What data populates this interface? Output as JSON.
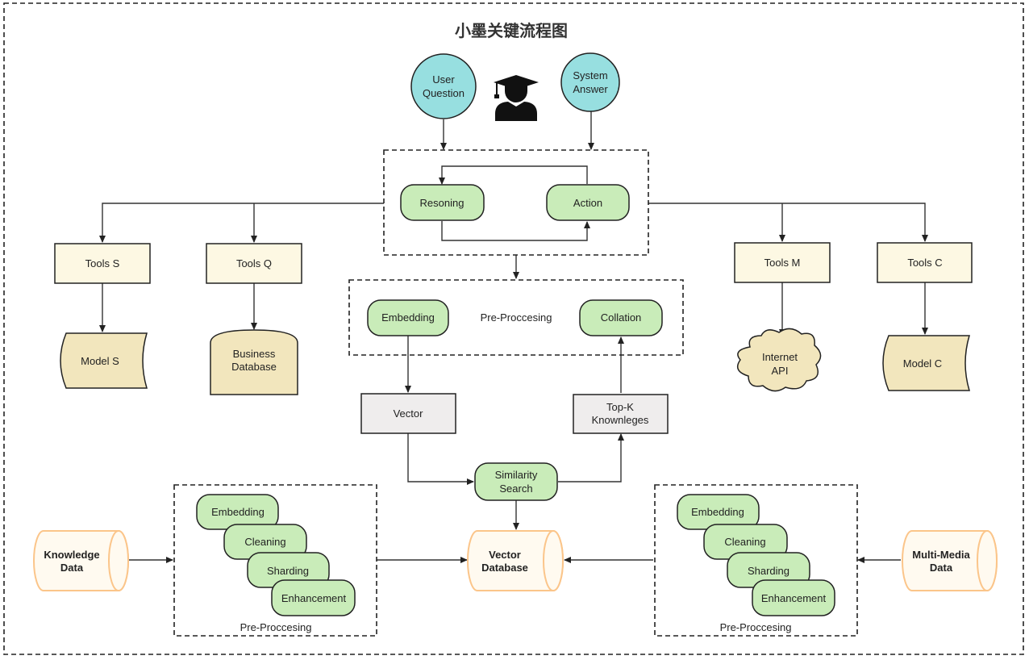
{
  "title": "小墨关键流程图",
  "user_question": [
    "User",
    "Question"
  ],
  "system_answer": [
    "System",
    "Answer"
  ],
  "reasoning": "Resoning",
  "action": "Action",
  "tools_s": "Tools S",
  "tools_q": "Tools Q",
  "tools_m": "Tools M",
  "tools_c": "Tools C",
  "model_s": "Model S",
  "model_c": "Model C",
  "business_db": [
    "Business",
    "Database"
  ],
  "internet_api": [
    "Internet",
    "API"
  ],
  "preprocessing_top": {
    "label": "Pre-Proccesing",
    "embedding": "Embedding",
    "collation": "Collation"
  },
  "vector": "Vector",
  "topk": [
    "Top-K",
    "Knownleges"
  ],
  "similarity": [
    "Similarity",
    "Search"
  ],
  "vector_db": [
    "Vector",
    "Database"
  ],
  "knowledge_data": [
    "Knowledge",
    "Data"
  ],
  "multimedia_data": [
    "Multi-Media",
    "Data"
  ],
  "preprocessing_left": {
    "label": "Pre-Proccesing",
    "steps": [
      "Embedding",
      "Cleaning",
      "Sharding",
      "Enhancement"
    ]
  },
  "preprocessing_right": {
    "label": "Pre-Proccesing",
    "steps": [
      "Embedding",
      "Cleaning",
      "Sharding",
      "Enhancement"
    ]
  },
  "icons": {
    "user": "graduate-user-icon"
  },
  "colors": {
    "green": "#c9ecb9",
    "cream": "#fdf8e3",
    "tan": "#f2e6bd",
    "grey": "#efeded",
    "teal": "#97dfe0",
    "peach_stroke": "#fbc58a"
  }
}
